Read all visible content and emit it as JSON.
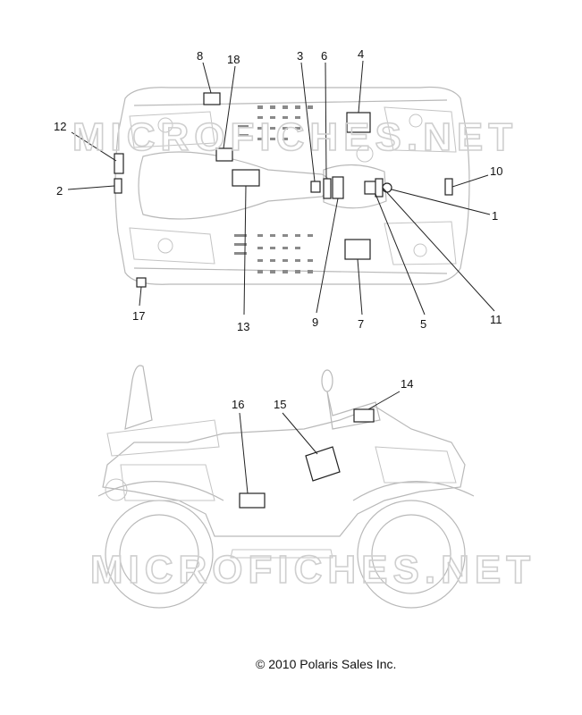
{
  "watermark_text": "MICROFICHES.NET",
  "copyright": "© 2010 Polaris Sales Inc.",
  "callouts": {
    "c1": "1",
    "c2": "2",
    "c3": "3",
    "c4": "4",
    "c5": "5",
    "c6": "6",
    "c7": "7",
    "c8": "8",
    "c9": "9",
    "c10": "10",
    "c11": "11",
    "c12": "12",
    "c13": "13",
    "c14": "14",
    "c15": "15",
    "c16": "16",
    "c17": "17",
    "c18": "18"
  }
}
